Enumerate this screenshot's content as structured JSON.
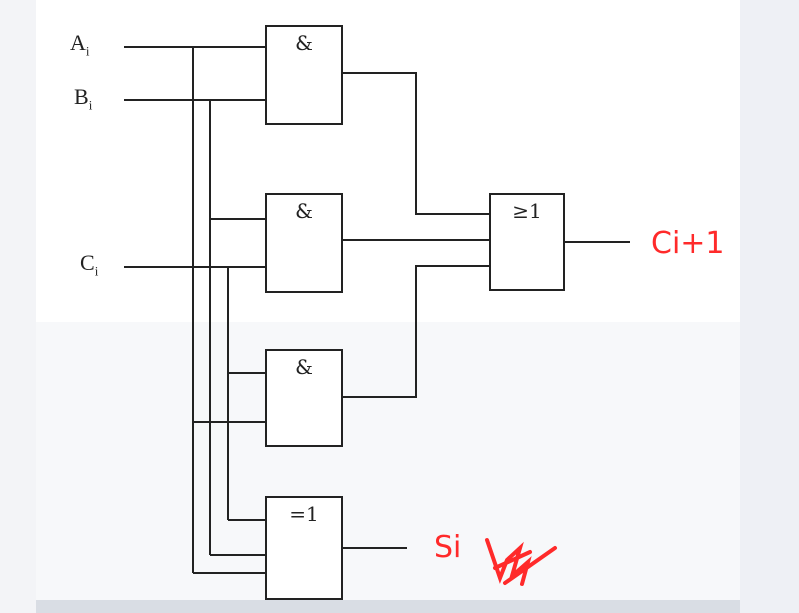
{
  "inputs": {
    "a_main": "A",
    "a_sub": "i",
    "b_main": "B",
    "b_sub": "i",
    "c_main": "C",
    "c_sub": "i"
  },
  "gates": {
    "and1": "&",
    "and2": "&",
    "and3": "&",
    "or": "≥1",
    "xor": "=1"
  },
  "outputs": {
    "carry": "Ci+1",
    "sum": "Si"
  },
  "colors": {
    "wire": "#222222",
    "annotation": "#ff2a2a",
    "frame": "#dfe3ea"
  }
}
